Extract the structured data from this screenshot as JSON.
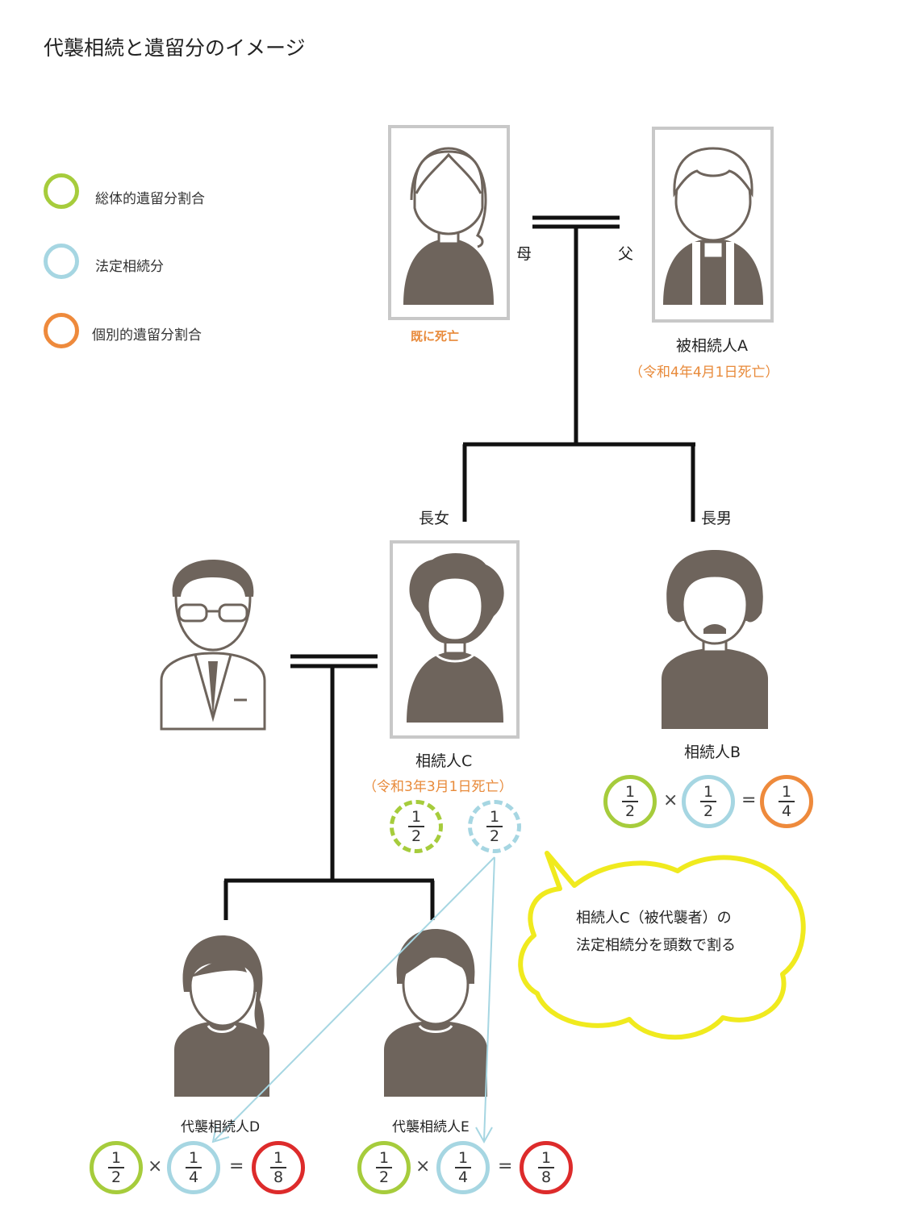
{
  "title": "代襲相続と遺留分のイメージ",
  "colors": {
    "overall": "#a6cc3c",
    "statutory": "#a6d6e2",
    "individual": "#ee8a3c",
    "result": "#dd2b2b",
    "figure": "#6e645c",
    "frame": "#c8c8c8",
    "cloud": "#f0ea1e",
    "arrow": "#a6d6e2",
    "note": "#e88a3a"
  },
  "legend": [
    {
      "label": "総体的遺留分割合",
      "color_key": "overall"
    },
    {
      "label": "法定相続分",
      "color_key": "statutory"
    },
    {
      "label": "個別的遺留分割合",
      "color_key": "individual"
    }
  ],
  "people": {
    "mother": {
      "role": "母",
      "note": "既に死亡"
    },
    "father": {
      "role": "父",
      "name": "被相続人A",
      "note": "（令和4年4月1日死亡）"
    },
    "daughter": {
      "role": "長女",
      "name": "相続人C",
      "note": "（令和3年3月1日死亡）"
    },
    "son": {
      "role": "長男",
      "name": "相続人B"
    },
    "grandchild_d": {
      "name": "代襲相続人D"
    },
    "grandchild_e": {
      "name": "代襲相続人E"
    }
  },
  "fractions": {
    "half": {
      "num": "1",
      "den": "2"
    },
    "quarter": {
      "num": "1",
      "den": "4"
    },
    "eighth": {
      "num": "1",
      "den": "8"
    }
  },
  "operators": {
    "times": "×",
    "equals": "="
  },
  "callout": {
    "line1": "相続人C（被代襲者）の",
    "line2": "法定相続分を頭数で割る"
  }
}
